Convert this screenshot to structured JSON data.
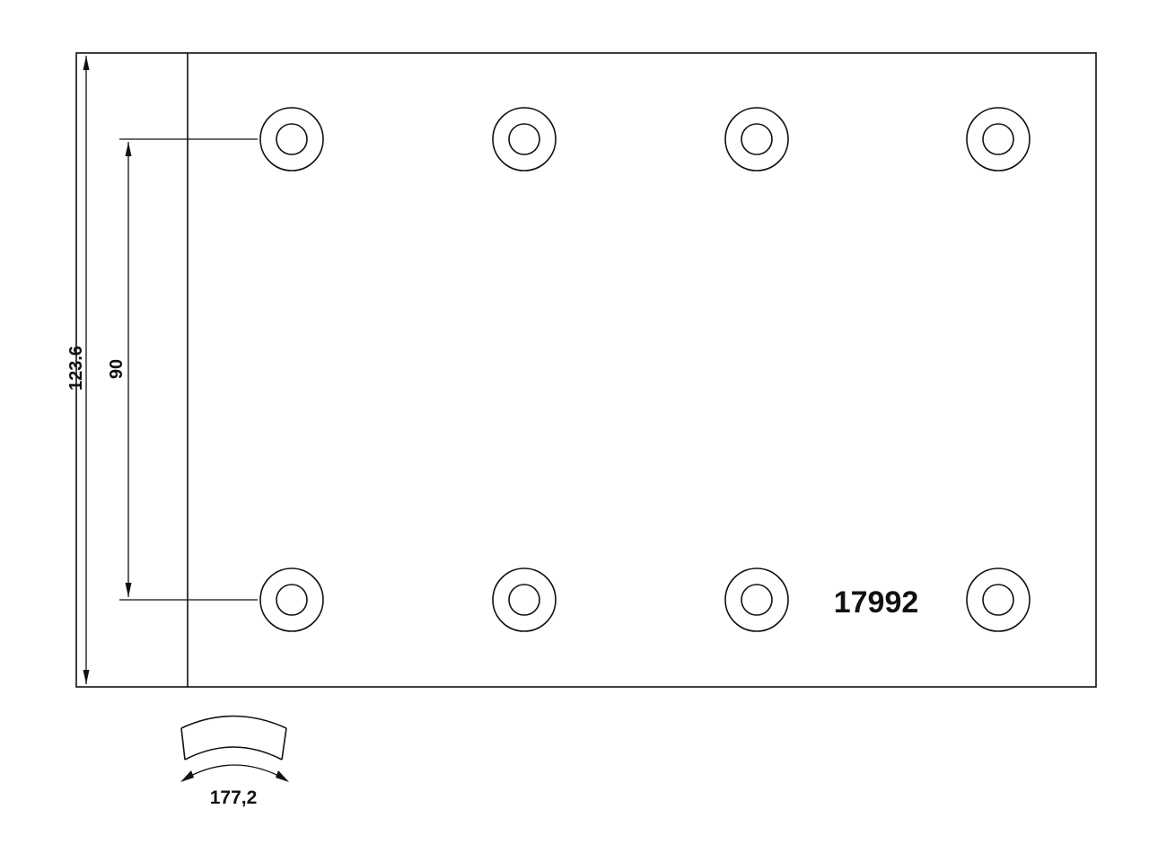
{
  "drawing": {
    "part_number": "17992",
    "dimensions": {
      "overall_height": "123.6",
      "hole_spacing": "90",
      "arc_length": "177,2"
    },
    "holes": {
      "columns": 4,
      "rows": 2
    },
    "colors": {
      "line": "#111111",
      "background": "#ffffff"
    }
  }
}
